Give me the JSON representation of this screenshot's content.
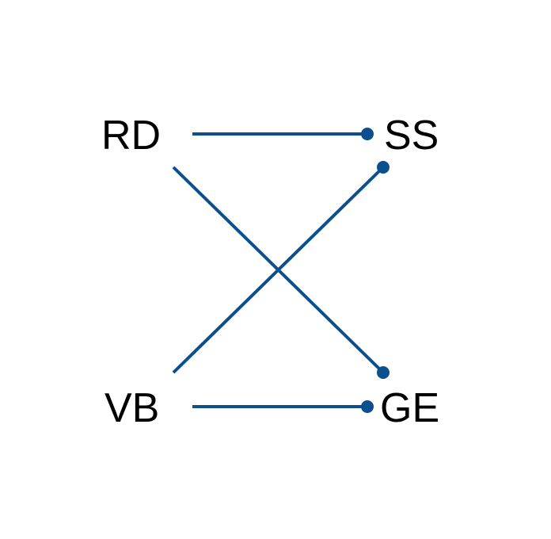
{
  "nodes": [
    {
      "id": "RD",
      "label": "RD"
    },
    {
      "id": "SS",
      "label": "SS"
    },
    {
      "id": "VB",
      "label": "VB"
    },
    {
      "id": "GE",
      "label": "GE"
    }
  ],
  "edges": [
    {
      "from": "RD",
      "to": "SS"
    },
    {
      "from": "RD",
      "to": "GE"
    },
    {
      "from": "VB",
      "to": "SS"
    },
    {
      "from": "VB",
      "to": "GE"
    }
  ],
  "colors": {
    "edge": "#0b4f8e",
    "label": "#000000"
  }
}
